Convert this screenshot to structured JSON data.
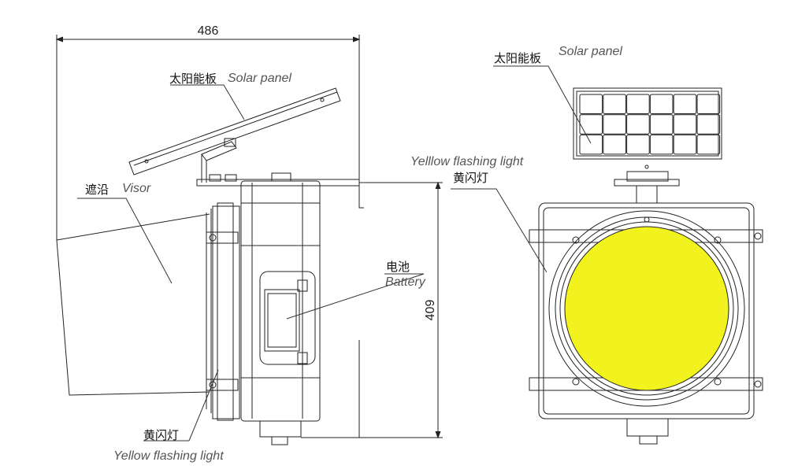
{
  "dimensions": {
    "width_mm": "486",
    "height_mm": "409"
  },
  "side_view": {
    "solar_panel": {
      "cn": "太阳能板",
      "en": "Solar panel"
    },
    "visor": {
      "cn": "遮沿",
      "en": "Visor"
    },
    "battery": {
      "cn": "电池",
      "en": "Battery"
    },
    "light": {
      "cn": "黄闪灯",
      "en": "Yellow flashing light"
    }
  },
  "front_view": {
    "solar_panel": {
      "cn": "太阳能板",
      "en": "Solar panel"
    },
    "light": {
      "cn": "黄闪灯",
      "en": "Yelllow flashing light"
    }
  },
  "colors": {
    "lamp": "#f2f21e",
    "line": "#222222",
    "leader": "#333333"
  }
}
